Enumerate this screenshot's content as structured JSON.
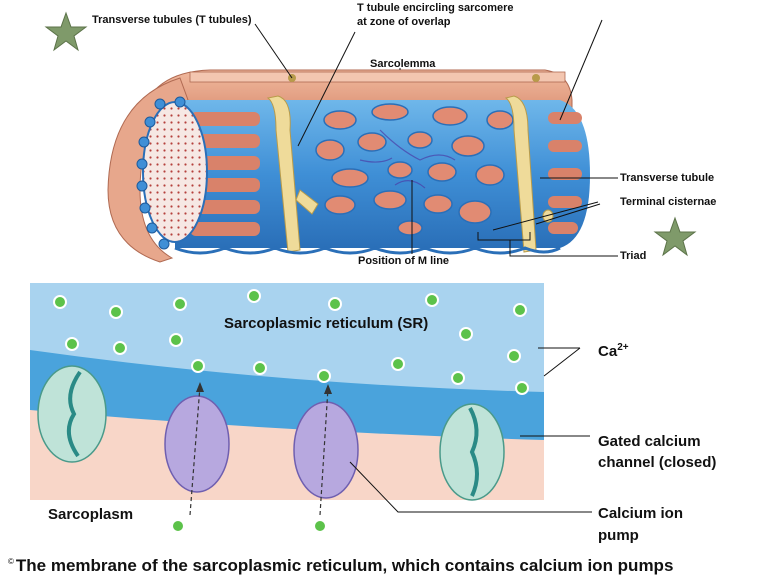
{
  "top_labels": {
    "t_tubules": "Transverse tubules (T tubules)",
    "t_tubule_encircling_1": "T tubule encircling sarcomere",
    "t_tubule_encircling_2": "at zone of overlap",
    "sarcolemma": "Sarcolemma",
    "transverse_tubule": "Transverse tubule",
    "terminal_cisternae": "Terminal cisternae",
    "triad": "Triad",
    "m_line": "Position of M line"
  },
  "bottom_labels": {
    "sr": "Sarcoplasmic reticulum (SR)",
    "ca_base": "Ca",
    "ca_sup": "2+",
    "gated_1": "Gated calcium",
    "gated_2": "channel (closed)",
    "pump_1": "Calcium ion",
    "pump_2": "pump",
    "sarcoplasm": "Sarcoplasm"
  },
  "caption": {
    "prefix": "©",
    "text": "The membrane of the sarcoplasmic reticulum, which contains calcium ion pumps"
  },
  "colors": {
    "sr_lumen": "#a9d3ef",
    "membrane": "#4aa3dc",
    "sarcoplasm": "#f8d6c8",
    "calcium": "#5cc24a",
    "pump": "#b7a8df",
    "channel": "#bfe3d8",
    "tubule": "#3f8fd6",
    "myofibril": "#d9826a",
    "star": "#7f9a6a"
  }
}
